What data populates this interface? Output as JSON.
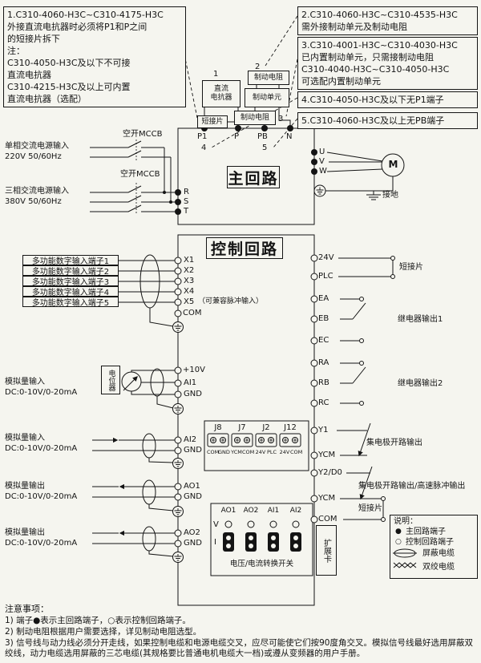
{
  "notes": {
    "n1": "1.C310-4060-H3C~C310-4175-H3C\n外接直流电抗器时必须将P1和P之间\n的短接片拆下\n注：\nC310-4050-H3C及以下不可接\n直流电抗器\nC310-4215-H3C及以上可内置\n直流电抗器（选配）",
    "n2": "2.C310-4060-H3C~C310-4535-H3C\n需外接制动单元及制动电阻",
    "n3": "3.C310-4001-H3C~C310-4030-H3C\n已内置制动单元，只需接制动电阻\nC310-4040-H3C~C310-4050-H3C\n可选配内置制动单元",
    "n4": "4.C310-4050-H3C及以下无P1端子",
    "n5": "5.C310-4060-H3C及以上无PB端子"
  },
  "top": {
    "ref1": "1",
    "ref2": "2",
    "ref3": "3",
    "ref4": "4",
    "ref5": "5",
    "dc_reactor": "直流\n电抗器",
    "brake_resistor": "制动电阻",
    "brake_unit": "制动单元",
    "jumper": "短接片",
    "brake_resistor2": "制动电阻",
    "p1": "P1",
    "p": "P",
    "pb": "PB",
    "n": "N"
  },
  "power": {
    "mccb1": "空开MCCB",
    "single_phase": "单相交流电源输入\n220V 50/60Hz",
    "mccb2": "空开MCCB",
    "three_phase": "三相交流电源输入\n380V 50/60Hz",
    "r": "R",
    "s": "S",
    "t": "T"
  },
  "main": {
    "title": "主回路",
    "u": "U",
    "v": "V",
    "w": "W",
    "motor": "M",
    "ground": "接地"
  },
  "control": {
    "title": "控制回路",
    "din": [
      "多功能数字输入端子1",
      "多功能数字输入端子2",
      "多功能数字输入端子3",
      "多功能数字输入端子4",
      "多功能数字输入端子5"
    ],
    "x": [
      "X1",
      "X2",
      "X3",
      "X4",
      "X5"
    ],
    "x5_note": "（可兼容脉冲输入）",
    "com": "COM",
    "pot": "电位器",
    "ai_label": "模拟量输入\nDC:0-10V/0-20mA",
    "ao_label": "模拟量输出\nDC:0-10V/0-20mA",
    "p10v": "+10V",
    "ai1": "AI1",
    "ai2": "AI2",
    "ao1": "AO1",
    "ao2": "AO2",
    "gnd": "GND",
    "right": {
      "v24": "24V",
      "plc": "PLC",
      "jumper": "短接片",
      "ea": "EA",
      "eb": "EB",
      "ec": "EC",
      "relay1": "继电器输出1",
      "ra": "RA",
      "rb": "RB",
      "rc": "RC",
      "relay2": "继电器输出2",
      "y1": "Y1",
      "ycm": "YCM",
      "oc1": "集电极开路输出",
      "y2": "Y2/D0",
      "oc2": "集电极开路输出/高速脉冲输出",
      "jumper2": "短接片",
      "com": "COM"
    }
  },
  "jumper_block": {
    "headers": [
      "J8",
      "J7",
      "J2",
      "J12"
    ],
    "pins": [
      [
        "COM",
        "GND"
      ],
      [
        "YCM",
        "COM"
      ],
      [
        "24V",
        "PLC"
      ],
      [
        "24V",
        "COM"
      ]
    ]
  },
  "vi_block": {
    "headers": [
      "AO1",
      "AO2",
      "AI1",
      "AI2"
    ],
    "v": "V",
    "i": "I",
    "caption": "电压/电流转换开关"
  },
  "expansion": "扩展卡",
  "legend": {
    "title": "说明：",
    "bullet_main": "●",
    "main_term": "主回路端子",
    "bullet_ctrl": "○",
    "ctrl_term": "控制回路端子",
    "shielded": "屏蔽电缆",
    "twisted": "双绞电缆"
  },
  "footer": {
    "title": "注意事项：",
    "n1": "1) 端子●表示主回路端子，○表示控制回路端子。",
    "n2": "2) 制动电阻根据用户需要选择，详见制动电阻选型。",
    "n3": "3) 信号线与动力线必须分开走线，如果控制电缆和电源电缆交叉，应尽可能使它们按90度角交叉。模拟信号线最好选用屏蔽双绞线，动力电缆选用屏蔽的三芯电缆(其规格要比普通电机电缆大一档)或遵从变频器的用户手册。"
  },
  "colors": {
    "ink": "#141414",
    "bg": "#f5f5ef"
  }
}
